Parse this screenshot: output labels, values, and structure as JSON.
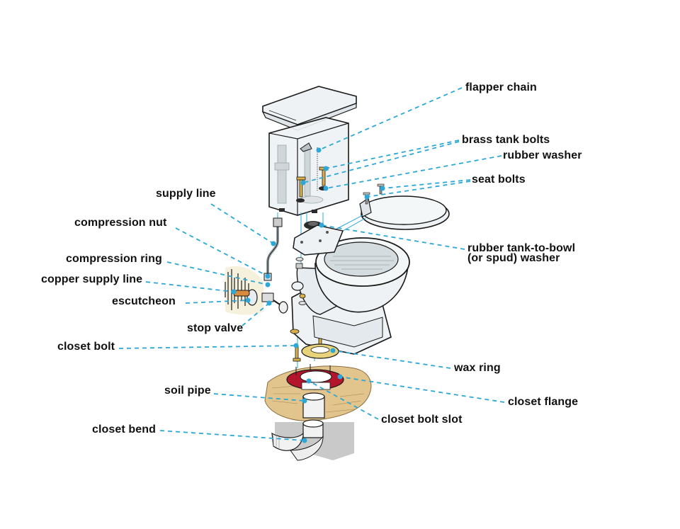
{
  "diagram": {
    "subject": "Toilet parts exploded view",
    "leader_color": "#2ba8d8",
    "labels": {
      "flapper_chain": "flapper chain",
      "brass_tank_bolts": "brass tank bolts",
      "rubber_washer": "rubber washer",
      "seat_bolts": "seat bolts",
      "spud_washer_line1": "rubber tank-to-bowl",
      "spud_washer_line2": "(or spud) washer",
      "supply_line": "supply line",
      "compression_nut": "compression nut",
      "compression_ring": "compression ring",
      "copper_supply_line": "copper supply line",
      "escutcheon": "escutcheon",
      "stop_valve": "stop valve",
      "closet_bolt": "closet bolt",
      "wax_ring": "wax ring",
      "soil_pipe": "soil pipe",
      "closet_flange": "closet flange",
      "closet_bolt_slot": "closet bolt slot",
      "closet_bend": "closet bend"
    },
    "colors": {
      "porcelain": "#eef2f4",
      "outline": "#1a1a1a",
      "brass": "#d9b04a",
      "wax": "#e8d27a",
      "flange": "#b3162a",
      "subfloor": "#e2c48d",
      "concrete": "#c9c9c9",
      "rubber": "#2b2b2b",
      "copper": "#d98a3a",
      "wall": "#f6f1dc"
    }
  }
}
